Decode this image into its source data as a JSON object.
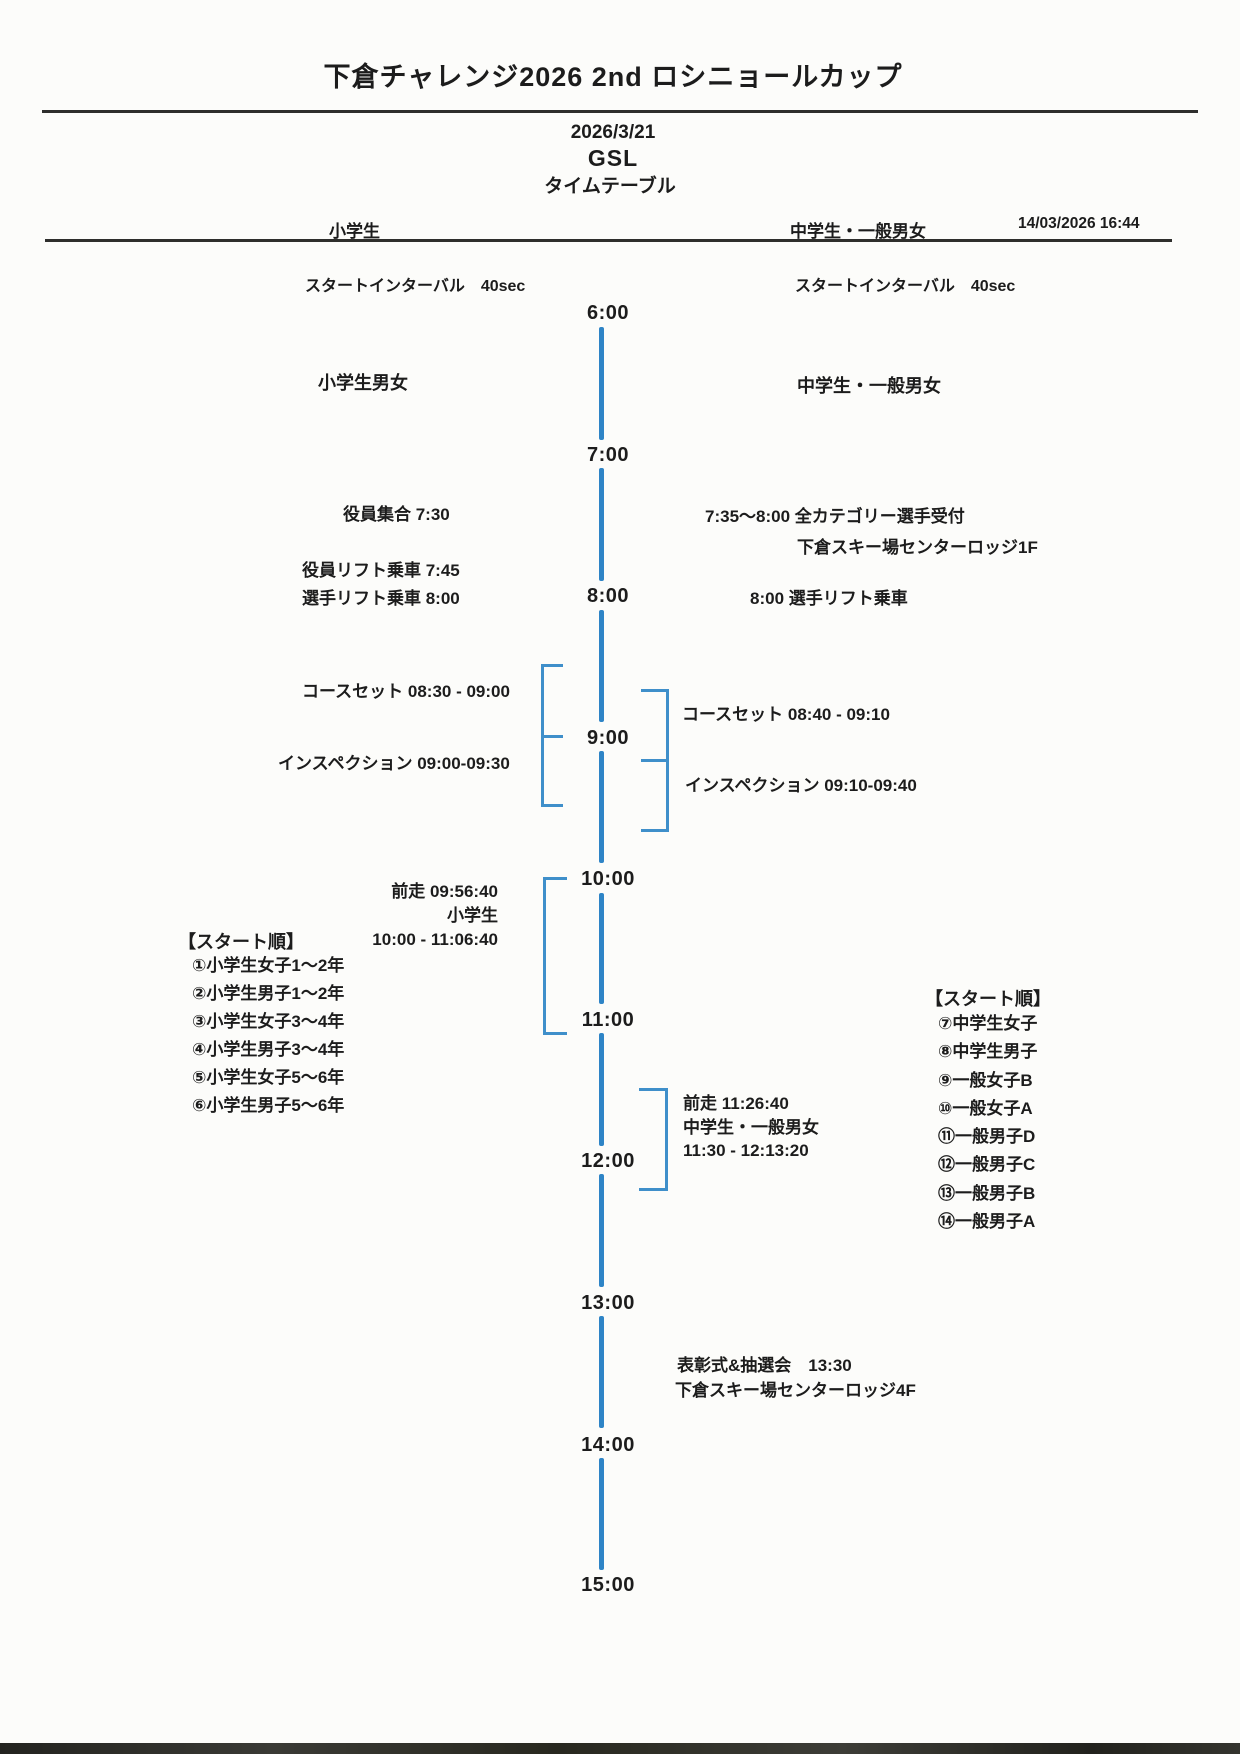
{
  "page": {
    "title": "下倉チャレンジ2026 2nd ロシニョールカップ",
    "date": "2026/3/21",
    "discipline": "GSL",
    "subtitle": "タイムテーブル",
    "printed_at": "14/03/2026 16:44",
    "column_headers": {
      "left": "小学生",
      "right": "中学生・一般男女"
    }
  },
  "colors": {
    "timeline_blue": "#2e84c6",
    "bracket_blue": "#3f8fca",
    "text": "#1c1c1c"
  },
  "timeline": {
    "hours": [
      "6:00",
      "7:00",
      "8:00",
      "9:00",
      "10:00",
      "11:00",
      "12:00",
      "13:00",
      "14:00",
      "15:00"
    ]
  },
  "left": {
    "start_interval": "スタートインターバル　40sec",
    "group": "小学生男女",
    "officials_meeting": "役員集合 7:30",
    "officials_lift": "役員リフト乗車 7:45",
    "racers_lift": "選手リフト乗車 8:00",
    "course_set": "コースセット 08:30 - 09:00",
    "inspection": "インスペクション 09:00-09:30",
    "forerunner": "前走 09:56:40",
    "race_group": "小学生",
    "race_time": "10:00 - 11:06:40",
    "start_order_title": "【スタート順】",
    "start_order": [
      "①小学生女子1～2年",
      "②小学生男子1～2年",
      "③小学生女子3～4年",
      "④小学生男子3～4年",
      "⑤小学生女子5～6年",
      "⑥小学生男子5～6年"
    ]
  },
  "right": {
    "start_interval": "スタートインターバル　40sec",
    "group": "中学生・一般男女",
    "reception": "7:35～8:00 全カテゴリー選手受付",
    "reception_place": "下倉スキー場センターロッジ1F",
    "racers_lift": "8:00 選手リフト乗車",
    "course_set": "コースセット 08:40 - 09:10",
    "inspection": "インスペクション 09:10-09:40",
    "forerunner": "前走 11:26:40",
    "race_group": "中学生・一般男女",
    "race_time": "11:30 - 12:13:20",
    "start_order_title": "【スタート順】",
    "start_order": [
      "⑦中学生女子",
      "⑧中学生男子",
      "⑨一般女子B",
      "⑩一般女子A",
      "⑪一般男子D",
      "⑫一般男子C",
      "⑬一般男子B",
      "⑭一般男子A"
    ],
    "awards": "表彰式&抽選会　13:30",
    "awards_place": "下倉スキー場センターロッジ4F"
  }
}
